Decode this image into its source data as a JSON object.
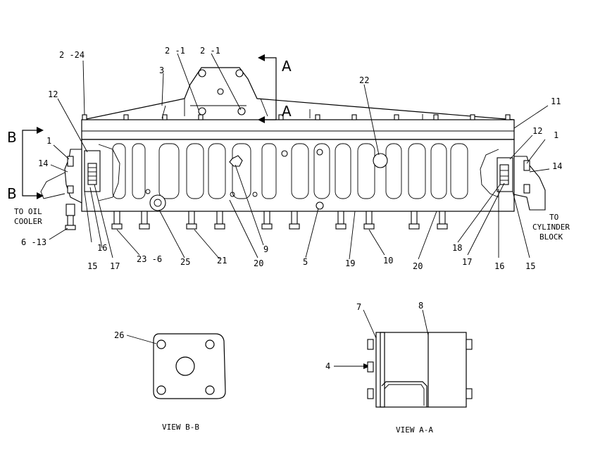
{
  "callouts": {
    "c2_24": "2 -24",
    "c2_1a": "2 -1",
    "c2_1b": "2 -1",
    "c3": "3",
    "c22": "22",
    "c11": "11",
    "c12_left": "12",
    "c1_left": "1",
    "c14_left": "14",
    "c12_right": "12",
    "c1_right": "1",
    "c14_right": "14",
    "c6_13": "6 -13",
    "c16_left": "16",
    "c15_left": "15",
    "c17_left": "17",
    "c23_6": "23 -6",
    "c25": "25",
    "c21": "21",
    "c20_a": "20",
    "c9": "9",
    "c5": "5",
    "c19": "19",
    "c10": "10",
    "c20_b": "20",
    "c18": "18",
    "c17_right": "17",
    "c16_right": "16",
    "c15_right": "15",
    "c26": "26",
    "c7": "7",
    "c8": "8",
    "c4": "4"
  },
  "section_markers": {
    "a_top": "A",
    "a_bottom": "A",
    "b_top": "B",
    "b_bottom": "B"
  },
  "notes": {
    "to_oil_line1": "TO OIL",
    "to_oil_line2": "COOLER",
    "to_cyl_line1": "TO",
    "to_cyl_line2": "CYLINDER",
    "to_cyl_line3": "BLOCK"
  },
  "views": {
    "view_bb": "VIEW B-B",
    "view_aa": "VIEW A-A"
  }
}
